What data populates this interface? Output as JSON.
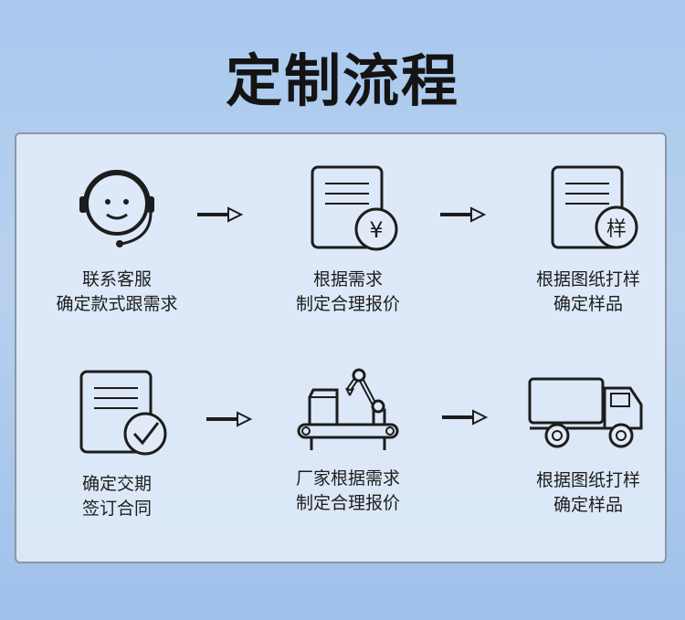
{
  "title": "定制流程",
  "steps": [
    {
      "icon": "headset-smile-icon",
      "line1": "联系客服",
      "line2": "确定款式跟需求"
    },
    {
      "icon": "document-yen-icon",
      "line1": "根据需求",
      "line2": "制定合理报价"
    },
    {
      "icon": "document-sample-icon",
      "line1": "根据图纸打样",
      "line2": "确定样品",
      "badge": "样"
    },
    {
      "icon": "document-check-icon",
      "line1": "确定交期",
      "line2": "签订合同"
    },
    {
      "icon": "factory-robot-arm-icon",
      "line1": "厂家根据需求",
      "line2": "制定合理报价"
    },
    {
      "icon": "delivery-truck-icon",
      "line1": "根据图纸打样",
      "line2": "确定样品"
    }
  ],
  "yen_symbol": "¥",
  "colors": {
    "stroke": "#1d1d1d",
    "background_top": "#a9c9ef",
    "panel": "#e1ebf8"
  }
}
